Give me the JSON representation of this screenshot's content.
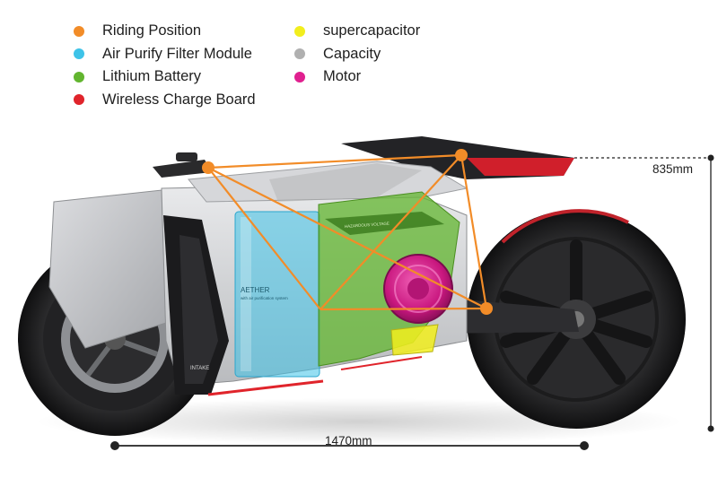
{
  "legend": [
    {
      "id": "riding-position",
      "label": "Riding Position",
      "color": "#f28c28"
    },
    {
      "id": "air-purify-filter-module",
      "label": "Air Purify Filter Module",
      "color": "#3ec3e8"
    },
    {
      "id": "lithium-battery",
      "label": "Lithium Battery",
      "color": "#62b52f"
    },
    {
      "id": "wireless-charge-board",
      "label": "Wireless Charge Board",
      "color": "#e0242b"
    },
    {
      "id": "supercapacitor",
      "label": "supercapacitor",
      "color": "#f2ee1d"
    },
    {
      "id": "capacity",
      "label": "Capacity",
      "color": "#b0b0b0"
    },
    {
      "id": "motor",
      "label": "Motor",
      "color": "#e0208f"
    }
  ],
  "dimensions": {
    "height": "835mm",
    "length": "1470mm"
  },
  "bike_text": {
    "filter_brand": "AETHER",
    "filter_caption": "with air purification system",
    "intake": "INTAKE",
    "battery_warning": "HAZARDOUS VOLTAGE"
  }
}
